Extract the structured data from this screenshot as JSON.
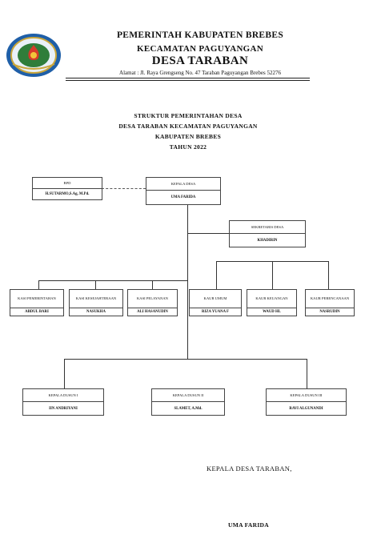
{
  "letterhead": {
    "line1": "PEMERINTAH KABUPATEN BREBES",
    "line2": "KECAMATAN PAGUYANGAN",
    "line3": "DESA TARABAN",
    "address": "Alamat : Jl. Raya Grengseng No. 47 Taraban Paguyangan  Brebes 52276",
    "logo_icon": "regency-crest-icon"
  },
  "title": {
    "line1": "STRUKTUR PEMERINTAHAN DESA",
    "line2": "DESA TARABAN KECAMATAN PAGUYANGAN",
    "line3": "KABUPATEN BREBES",
    "line4": "TAHUN  2022"
  },
  "org": {
    "bpd": {
      "position": "BPD",
      "name": "H.SUTARMO,S.Ag, M.Pd."
    },
    "kepala_desa": {
      "position": "KEPALA DESA",
      "name": "UMA FARIDA"
    },
    "sekretaris": {
      "position": "SEKRETARIS DESA",
      "name": "KHADIRIN"
    },
    "kasi": [
      {
        "position": "KASI PEMERINTAHAN",
        "name": "ABDUL BARI"
      },
      {
        "position": "KASI KESEJAHTERAAN",
        "name": "NASUKHA"
      },
      {
        "position": "KASI PELAYANAN",
        "name": "ALI HASANUDIN"
      }
    ],
    "kaur": [
      {
        "position": "KAUR UMUM",
        "name": "RIZA YUANA  F"
      },
      {
        "position": "KAUR KEUANGAN",
        "name": "WAUD HL"
      },
      {
        "position": "KAUR PERENCANAAN",
        "name": "NASRUDIN"
      }
    ],
    "dusun": [
      {
        "position": "KEPALA DUSUN I",
        "name": "IIN ANDRIYANI"
      },
      {
        "position": "KEPALA DUSUN II",
        "name": "SLAMET, A.Md."
      },
      {
        "position": "KEPALA DUSUN III",
        "name": "RAVI ALGUNANDI"
      }
    ]
  },
  "signature": {
    "title": "KEPALA DESA TARABAN,",
    "name": "UMA FARIDA"
  }
}
